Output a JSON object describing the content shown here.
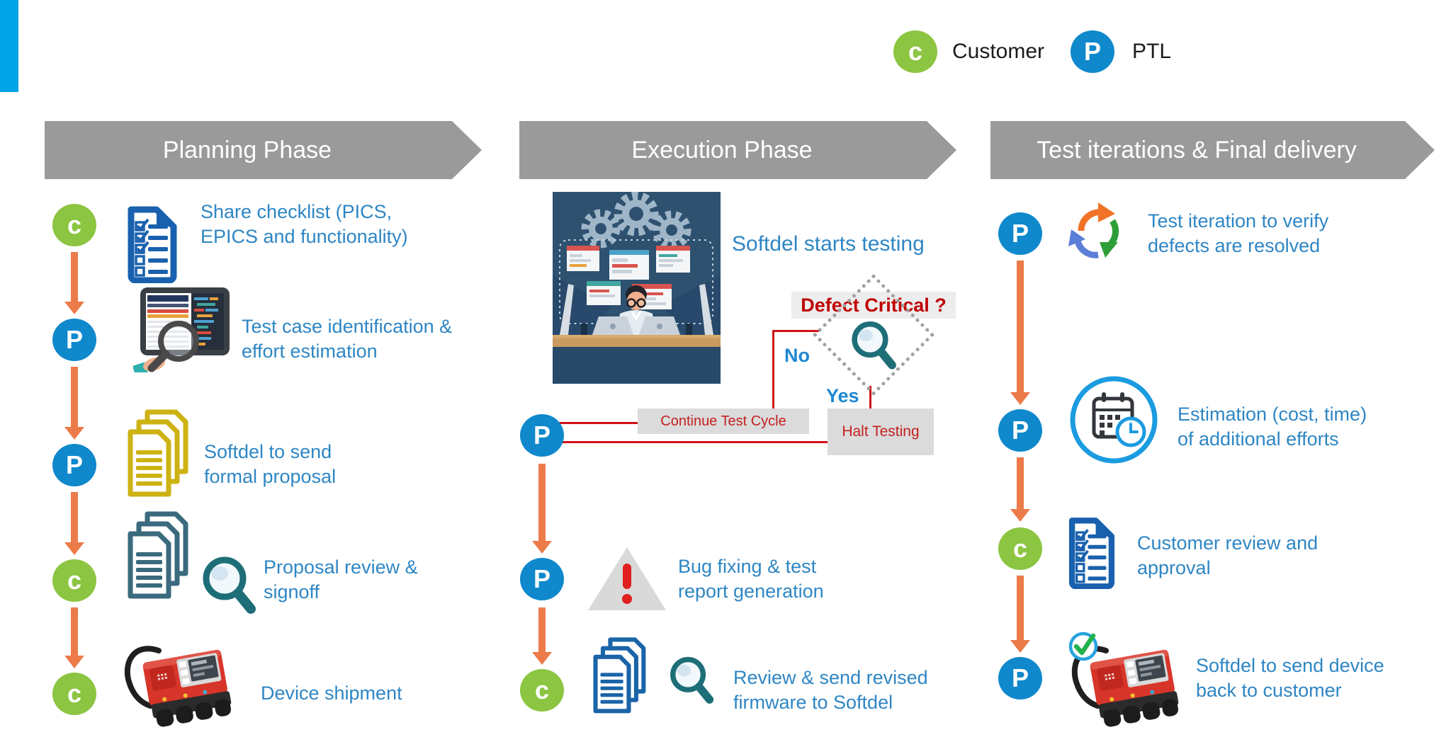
{
  "legend": {
    "customer": {
      "letter": "c",
      "label": "Customer"
    },
    "ptl": {
      "letter": "P",
      "label": "PTL"
    }
  },
  "phases": {
    "planning": "Planning Phase",
    "execution": "Execution Phase",
    "delivery": "Test iterations & Final delivery"
  },
  "planning": {
    "items": [
      {
        "actor": "c",
        "line1": "Share checklist (PICS,",
        "line2": "EPICS and functionality)",
        "icon": "checklist-icon"
      },
      {
        "actor": "P",
        "line1": "Test case identification &",
        "line2": "effort estimation",
        "icon": "test-analysis-icon"
      },
      {
        "actor": "P",
        "line1": "Softdel to send",
        "line2": "formal proposal",
        "icon": "documents-stack-yellow-icon"
      },
      {
        "actor": "c",
        "line1": "Proposal review &",
        "line2": "signoff",
        "icon": "documents-magnifier-icon"
      },
      {
        "actor": "c",
        "line1": "Device shipment",
        "line2": "",
        "icon": "device-photo"
      }
    ]
  },
  "execution": {
    "start_text": "Softdel starts testing",
    "loop_actor": "P",
    "decision": {
      "question": "Defect Critical ?",
      "no_label": "No",
      "yes_label": "Yes",
      "no_action": "Continue Test Cycle",
      "yes_action": "Halt Testing",
      "icon": "magnifier-icon"
    },
    "items": [
      {
        "actor": "P",
        "line1": "Bug fixing & test",
        "line2": "report generation",
        "icon": "warning-icon"
      },
      {
        "actor": "c",
        "line1": "Review & send revised",
        "line2": "firmware to Softdel",
        "icon": "documents-magnifier-icon"
      }
    ]
  },
  "delivery": {
    "items": [
      {
        "actor": "P",
        "line1": "Test iteration to verify",
        "line2": "defects are resolved",
        "icon": "cycle-arrows-icon"
      },
      {
        "actor": "P",
        "line1": "Estimation (cost, time)",
        "line2": "of additional efforts",
        "icon": "calendar-clock-icon"
      },
      {
        "actor": "c",
        "line1": "Customer review and",
        "line2": "approval",
        "icon": "checklist-icon"
      },
      {
        "actor": "P",
        "line1": "Softdel to send device",
        "line2": "back to customer",
        "icon": "device-approved-photo"
      }
    ]
  },
  "colors": {
    "customer_green": "#8CC541",
    "ptl_blue": "#0F88CC",
    "item_text_blue": "#2E86C4",
    "arrow_orange": "#EC7B4A",
    "banner_gray": "#9A9A9A",
    "connector_red": "#D01217",
    "decision_text_red": "#C00000",
    "accent_cyan": "#00A3E6"
  }
}
